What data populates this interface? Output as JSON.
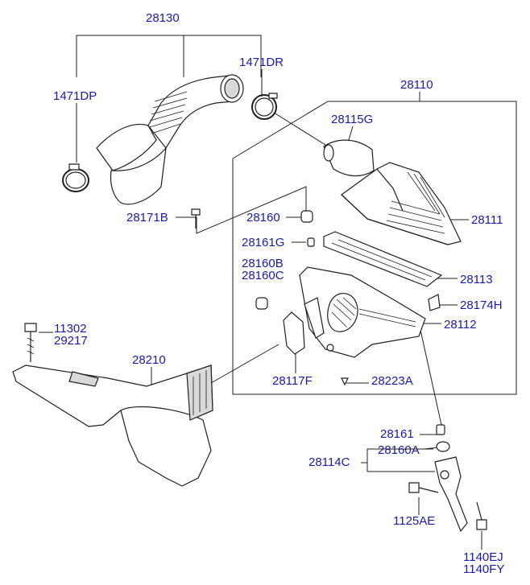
{
  "labels": {
    "p28130": "28130",
    "p1471DR": "1471DR",
    "p1471DP": "1471DP",
    "p28110": "28110",
    "p28115G": "28115G",
    "p28171B": "28171B",
    "p28160": "28160",
    "p28111": "28111",
    "p28161G": "28161G",
    "p28160B": "28160B",
    "p28160C": "28160C",
    "p28113": "28113",
    "p28174H": "28174H",
    "p11302": "11302",
    "p29217": "29217",
    "p28112": "28112",
    "p28210": "28210",
    "p28117F": "28117F",
    "p28223A": "28223A",
    "p28161": "28161",
    "p28160A": "28160A",
    "p28114C": "28114C",
    "p1125AE": "1125AE",
    "p1140EJ": "1140EJ",
    "p1140FY": "1140FY"
  },
  "colors": {
    "label": "#1a1aa8",
    "line": "#1f1f1f",
    "part_fill": "#ffffff",
    "part_shade": "#d9d9d9"
  }
}
